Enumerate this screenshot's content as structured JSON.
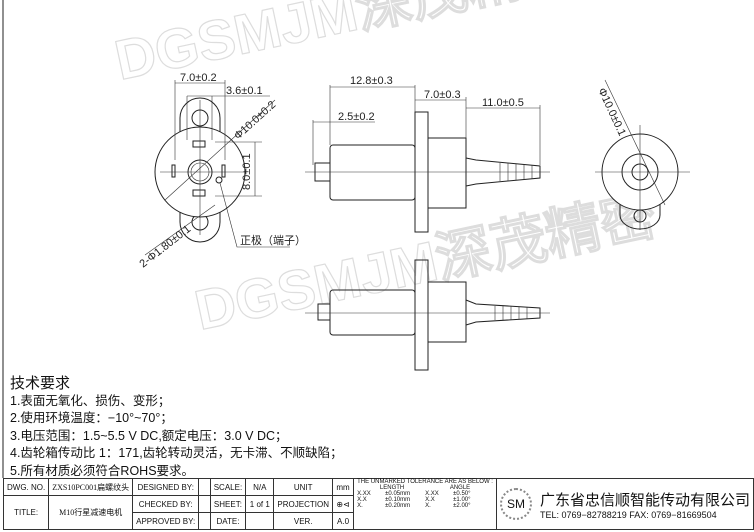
{
  "watermark": "DGSMJM深茂精密",
  "front_view": {
    "dim_width": "7.0±0.2",
    "dim_inner": "3.6±0.1",
    "dim_diameter": "Φ10.0±0.2",
    "dim_height": "8.0±0.1",
    "dim_hole": "2-Φ1.80±0.1",
    "terminal_label": "正极（端子）"
  },
  "side_view": {
    "dim_total": "12.8±0.3",
    "dim_shaft_end": "2.5±0.2",
    "dim_gearbox": "7.0±0.3",
    "dim_shaft": "11.0±0.5"
  },
  "right_view": {
    "dim_diameter": "Φ10.0±0.1"
  },
  "requirements": {
    "title": "技术要求",
    "items": [
      "1.表面无氧化、损伤、变形；",
      "2.使用环境温度：−10°~70°；",
      "3.电压范围：1.5~5.5 V DC,额定电压：3.0 V DC；",
      "4.齿轮箱传动比 1：171,齿轮转动灵活，无卡滞、不顺缺陷；",
      "5.所有材质必须符合ROHS要求。"
    ]
  },
  "title_block": {
    "dwg_no_label": "DWG. NO.",
    "dwg_no": "ZXS10PC001扁螺纹头",
    "title_label": "TITLE:",
    "title": "M10行星减速电机",
    "designed_by": "DESIGNED BY:",
    "checked_by": "CHECKED BY:",
    "approved_by": "APPROVED BY:",
    "scale_label": "SCALE:",
    "scale": "N/A",
    "sheet_label": "SHEET:",
    "sheet": "1 of 1",
    "date_label": "DATE:",
    "unit_label": "UNIT",
    "unit": "mm",
    "projection_label": "PROJECTION",
    "ver_label": "VER.",
    "ver": "A.0",
    "tolerance": {
      "heading": "THE UNMARKED TOLERANCE ARE AS BELOW :",
      "length_label": "LENGTH",
      "angle_label": "ANGLE",
      "rows": [
        {
          "l_fmt": "X.XX",
          "l_tol": "±0.05mm",
          "a_fmt": "X.XX",
          "a_tol": "±0.50°"
        },
        {
          "l_fmt": "X.X",
          "l_tol": "±0.10mm",
          "a_fmt": "X.X",
          "a_tol": "±1.00°"
        },
        {
          "l_fmt": "X.",
          "l_tol": "±0.20mm",
          "a_fmt": "X.",
          "a_tol": "±2.00°"
        }
      ]
    },
    "logo": "SM",
    "company": "广东省忠信顺智能传动有限公司",
    "contact": "TEL: 0769−82788219 FAX: 0769−81669504"
  }
}
